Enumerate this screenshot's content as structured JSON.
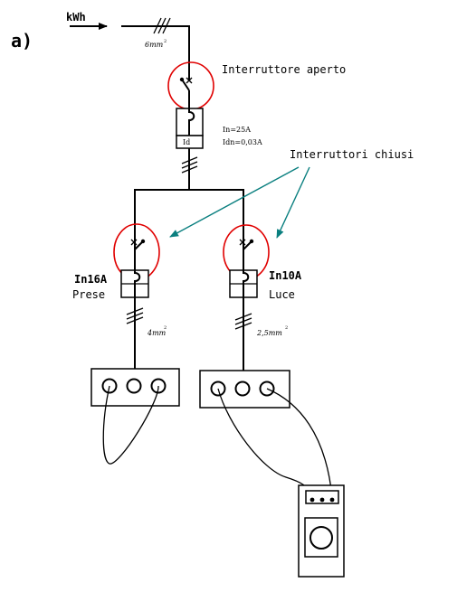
{
  "panel_label": "a)",
  "meter_label": "kWh",
  "main_cable_label": "6mm",
  "main_cable_sup": "2",
  "annot_open": "Interruttore aperto",
  "annot_closed": "Interruttori chiusi",
  "main_breaker": {
    "in_label": "In=25A",
    "id_label": "Id",
    "idn_label": "Idn=0,03A"
  },
  "left_branch": {
    "rating": "In16A",
    "name": "Prese",
    "cable": "4mm",
    "cable_sup": "2"
  },
  "right_branch": {
    "rating": "In10A",
    "name": "Luce",
    "cable": "2,5mm",
    "cable_sup": "2"
  },
  "colors": {
    "highlight": "#e00000",
    "arrow": "#0a7f7f",
    "line": "#000000"
  }
}
